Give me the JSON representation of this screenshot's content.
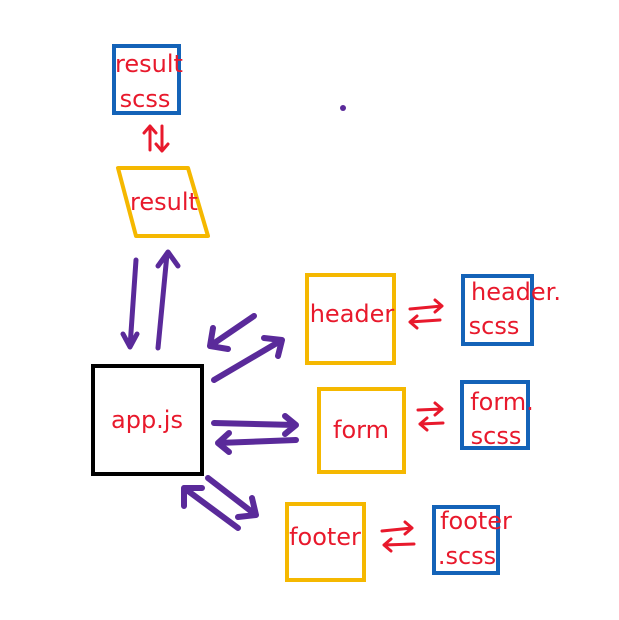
{
  "colors": {
    "background": "#ffffff",
    "label_text": "#e8192c",
    "component_box": "#f5b800",
    "style_box": "#1463b8",
    "app_box": "#000000",
    "arrow_purple": "#5a2a9a",
    "arrow_red": "#e8192c",
    "dot": "#5a2a9a"
  },
  "nodes": {
    "app": {
      "label": "app.js"
    },
    "result": {
      "label": "result"
    },
    "result_style": {
      "line1": "result",
      "line2": "scss"
    },
    "header": {
      "label": "header"
    },
    "header_style": {
      "line1": "header.",
      "line2": "scss"
    },
    "form": {
      "label": "form"
    },
    "form_style": {
      "line1": "form.",
      "line2": "scss"
    },
    "footer": {
      "label": "footer"
    },
    "footer_style": {
      "line1": "footer",
      "line2": ".scss"
    }
  }
}
